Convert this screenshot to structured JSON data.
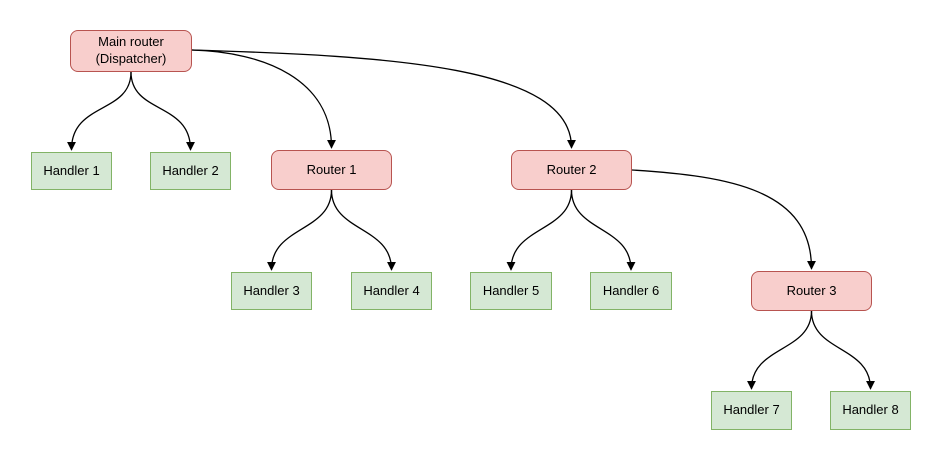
{
  "diagram": {
    "type": "flowchart",
    "colors": {
      "router_fill": "#f8cecc",
      "router_border": "#b85450",
      "handler_fill": "#d5e8d4",
      "handler_border": "#82b366",
      "edge": "#000000",
      "text": "#000000",
      "background": "#ffffff"
    },
    "nodes": {
      "main": {
        "label": "Main router\n(Dispatcher)",
        "type": "router"
      },
      "handler1": {
        "label": "Handler 1",
        "type": "handler"
      },
      "handler2": {
        "label": "Handler 2",
        "type": "handler"
      },
      "router1": {
        "label": "Router 1",
        "type": "router"
      },
      "router2": {
        "label": "Router 2",
        "type": "router"
      },
      "handler3": {
        "label": "Handler 3",
        "type": "handler"
      },
      "handler4": {
        "label": "Handler 4",
        "type": "handler"
      },
      "handler5": {
        "label": "Handler 5",
        "type": "handler"
      },
      "handler6": {
        "label": "Handler 6",
        "type": "handler"
      },
      "router3": {
        "label": "Router 3",
        "type": "router"
      },
      "handler7": {
        "label": "Handler 7",
        "type": "handler"
      },
      "handler8": {
        "label": "Handler 8",
        "type": "handler"
      }
    },
    "edges": [
      {
        "from": "main",
        "to": "handler1"
      },
      {
        "from": "main",
        "to": "handler2"
      },
      {
        "from": "main",
        "to": "router1"
      },
      {
        "from": "main",
        "to": "router2"
      },
      {
        "from": "router1",
        "to": "handler3"
      },
      {
        "from": "router1",
        "to": "handler4"
      },
      {
        "from": "router2",
        "to": "handler5"
      },
      {
        "from": "router2",
        "to": "handler6"
      },
      {
        "from": "router2",
        "to": "router3"
      },
      {
        "from": "router3",
        "to": "handler7"
      },
      {
        "from": "router3",
        "to": "handler8"
      }
    ]
  }
}
